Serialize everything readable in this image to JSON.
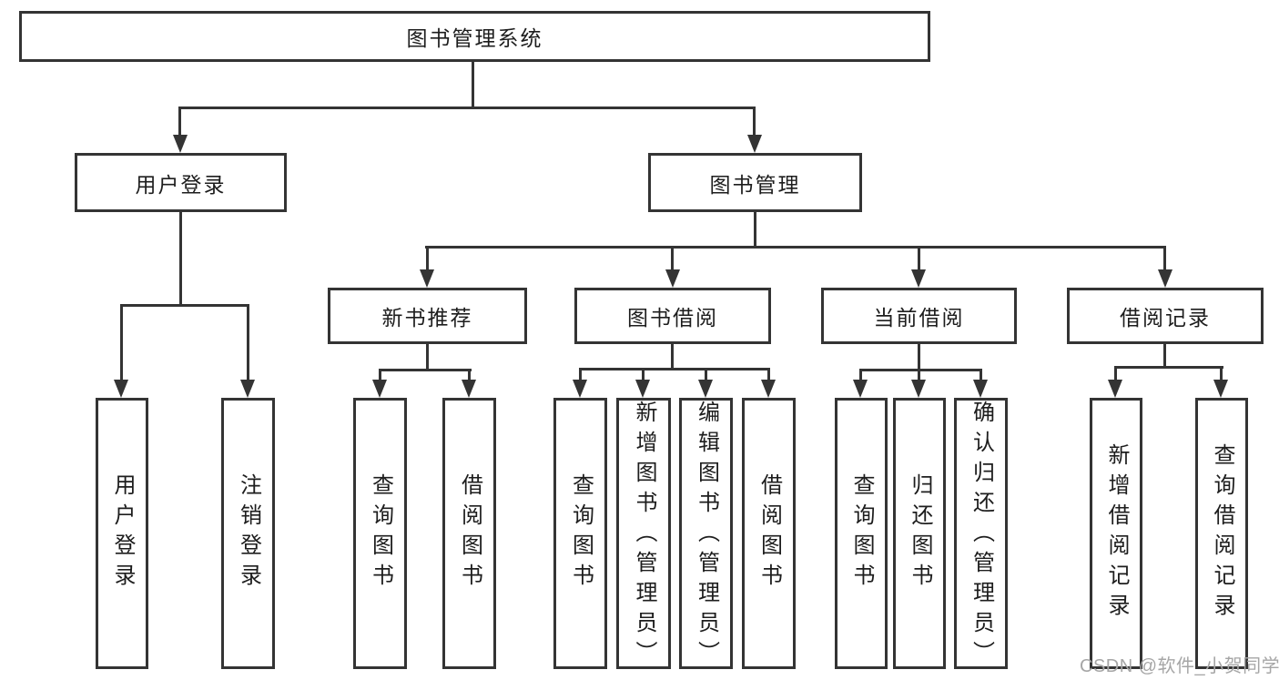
{
  "nodes": {
    "root": "图书管理系统",
    "level2": {
      "user_login": "用户登录",
      "book_management": "图书管理"
    },
    "level3": {
      "new_book_recommend": "新书推荐",
      "book_borrow": "图书借阅",
      "current_borrow": "当前借阅",
      "borrow_records": "借阅记录"
    },
    "leaves": {
      "user_login_group": {
        "login": "用户登录",
        "logout": "注销登录"
      },
      "new_book_group": {
        "query_book": "查询图书",
        "borrow_book": "借阅图书"
      },
      "book_borrow_group": {
        "query_book": "查询图书",
        "add_book": "新增图书（管理员）",
        "edit_book": "编辑图书（管理员）",
        "borrow_book": "借阅图书"
      },
      "current_borrow_group": {
        "query_book": "查询图书",
        "return_book": "归还图书",
        "confirm_return": "确认归还（管理员）"
      },
      "borrow_records_group": {
        "add_record": "新增借阅记录",
        "query_record": "查询借阅记录"
      }
    }
  },
  "watermark": {
    "text": "CSDN @软件_小贺同学"
  },
  "colors": {
    "line": "#343434",
    "text": "#1d1d1d",
    "watermark": "#a6a6a6",
    "background": "#ffffff"
  }
}
